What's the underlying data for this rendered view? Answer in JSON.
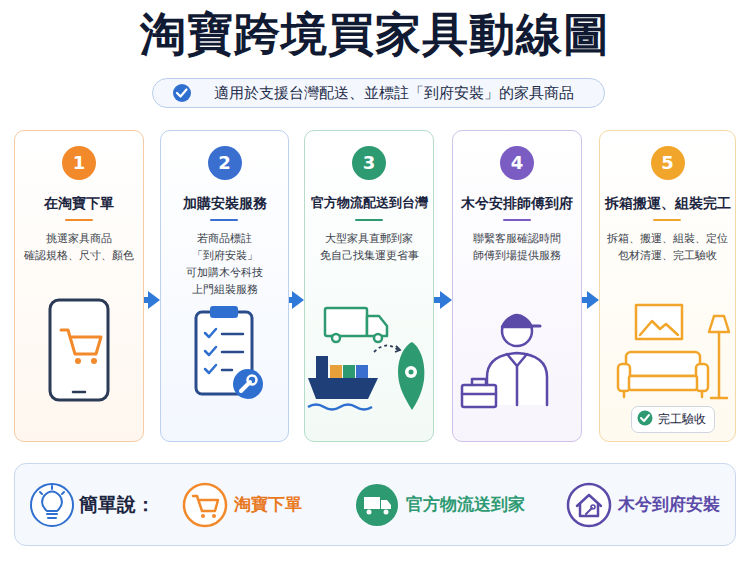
{
  "diagram": {
    "title": "淘寶跨境買家具動線圖",
    "nodes": [
      {
        "text": [
          "適用於支援台灣配送、並標註「到府安裝」的家具商品"
        ]
      },
      {
        "text": [
          "在淘寶下單",
          "挑選家具商品 確認規格、尺寸、顏色"
        ]
      },
      {
        "text": [
          "1"
        ],
        "in": 1
      },
      {
        "text": [
          "加購安裝服務",
          "若商品標註「到府安裝」 可加購木兮科技 上門組裝服務"
        ]
      },
      {
        "text": [
          "2"
        ],
        "in": 3
      },
      {
        "text": [
          "官方物流配送到台灣",
          "大型家具直郵到家 免自己找集運更省事"
        ]
      },
      {
        "text": [
          "3"
        ],
        "in": 5
      },
      {
        "text": [
          "木兮安排師傅到府",
          "聯繫客服確認時間 師傅到場提供服務"
        ]
      },
      {
        "text": [
          "4"
        ],
        "in": 7
      },
      {
        "text": [
          "拆箱搬運、組裝完工",
          "拆箱、搬運、組裝、定位 包材清運、完工驗收"
        ]
      },
      {
        "text": [
          "5"
        ],
        "in": 9
      },
      {
        "text": [
          "完工驗收"
        ],
        "in": 9
      },
      {
        "text": [
          "簡單說："
        ]
      },
      {
        "text": [
          "淘寶下單"
        ],
        "in": 12
      },
      {
        "text": [
          "官方物流送到家"
        ],
        "in": 12
      },
      {
        "text": [
          "木兮到府安裝"
        ],
        "in": 12
      }
    ],
    "edges": [
      {
        "from": 1,
        "to": 3,
        "arrow": "to"
      },
      {
        "from": 3,
        "to": 5,
        "arrow": "to"
      },
      {
        "from": 5,
        "to": 7,
        "arrow": "to"
      },
      {
        "from": 7,
        "to": 9,
        "arrow": "to"
      },
      {
        "from": 13,
        "to": 14,
        "arrow": "to"
      },
      {
        "from": 14,
        "to": 15,
        "arrow": "to"
      }
    ]
  }
}
